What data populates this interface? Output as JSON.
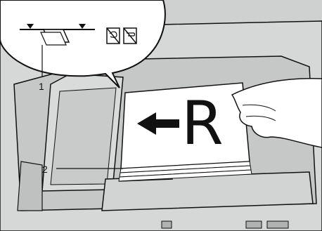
{
  "figure": {
    "callouts": [
      {
        "number": "1",
        "target": "original-size-limit-marks"
      },
      {
        "number": "2",
        "target": "document-guide"
      }
    ],
    "page_letter": "R",
    "symbols": [
      {
        "name": "limit-mark-icon"
      },
      {
        "name": "no-staples-icon"
      },
      {
        "name": "no-paper-clips-icon"
      }
    ],
    "colors": {
      "device_gray": "#cfd0d0",
      "outline": "#111111",
      "paper": "#ffffff"
    }
  }
}
